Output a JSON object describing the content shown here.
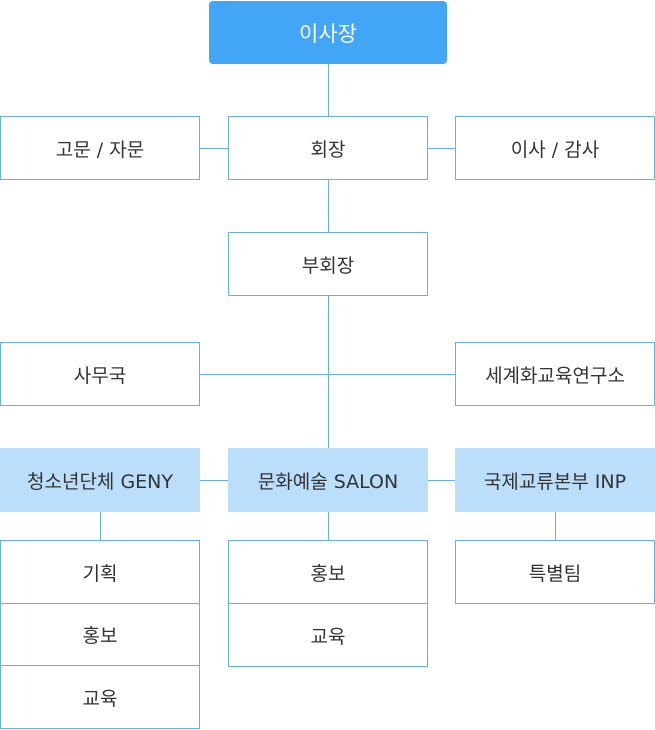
{
  "org": {
    "top": "이사장",
    "row2": {
      "left": "고문 / 자문",
      "center": "회장",
      "right": "이사 / 감사"
    },
    "vice": "부회장",
    "row4": {
      "left": "사무국",
      "right": "세계화교육연구소"
    },
    "divisions": [
      {
        "label": "청소년단체 GENY",
        "subs": [
          "기획",
          "홍보",
          "교육"
        ]
      },
      {
        "label": "문화예술 SALON",
        "subs": [
          "홍보",
          "교육"
        ]
      },
      {
        "label": "국제교류본부 INP",
        "subs": [
          "특별팀"
        ]
      }
    ]
  },
  "colors": {
    "accent": "#42a5f5",
    "division_fill": "#bbdefb",
    "line": "#6ab0e0"
  }
}
